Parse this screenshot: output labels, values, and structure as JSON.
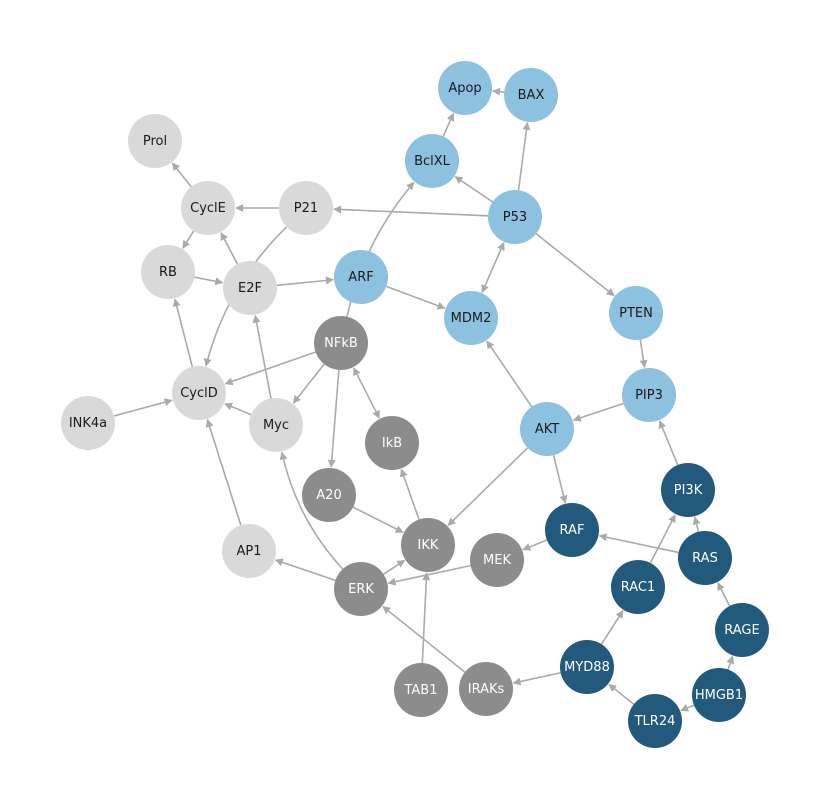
{
  "colors": {
    "edge": "#aaaaaa",
    "light_gray": "#d9d9d9",
    "dark_gray": "#8c8c8c",
    "light_blue": "#8dc1e0",
    "dark_blue": "#215a7c",
    "text_dark": "#1a1a1a",
    "text_light": "#ffffff"
  },
  "nodes": [
    {
      "id": "Apop",
      "label": "Apop",
      "group": "light_blue"
    },
    {
      "id": "BAX",
      "label": "BAX",
      "group": "light_blue"
    },
    {
      "id": "BclXL",
      "label": "BclXL",
      "group": "light_blue"
    },
    {
      "id": "P53",
      "label": "P53",
      "group": "light_blue"
    },
    {
      "id": "ARF",
      "label": "ARF",
      "group": "light_blue"
    },
    {
      "id": "MDM2",
      "label": "MDM2",
      "group": "light_blue"
    },
    {
      "id": "PTEN",
      "label": "PTEN",
      "group": "light_blue"
    },
    {
      "id": "PIP3",
      "label": "PIP3",
      "group": "light_blue"
    },
    {
      "id": "AKT",
      "label": "AKT",
      "group": "light_blue"
    },
    {
      "id": "Prol",
      "label": "Prol",
      "group": "light_gray"
    },
    {
      "id": "CyclE",
      "label": "CyclE",
      "group": "light_gray"
    },
    {
      "id": "P21",
      "label": "P21",
      "group": "light_gray"
    },
    {
      "id": "RB",
      "label": "RB",
      "group": "light_gray"
    },
    {
      "id": "E2F",
      "label": "E2F",
      "group": "light_gray"
    },
    {
      "id": "CyclD",
      "label": "CyclD",
      "group": "light_gray"
    },
    {
      "id": "INK4a",
      "label": "INK4a",
      "group": "light_gray"
    },
    {
      "id": "Myc",
      "label": "Myc",
      "group": "light_gray"
    },
    {
      "id": "AP1",
      "label": "AP1",
      "group": "light_gray"
    },
    {
      "id": "NFkB",
      "label": "NFkB",
      "group": "dark_gray"
    },
    {
      "id": "IkB",
      "label": "IkB",
      "group": "dark_gray"
    },
    {
      "id": "A20",
      "label": "A20",
      "group": "dark_gray"
    },
    {
      "id": "IKK",
      "label": "IKK",
      "group": "dark_gray"
    },
    {
      "id": "MEK",
      "label": "MEK",
      "group": "dark_gray"
    },
    {
      "id": "ERK",
      "label": "ERK",
      "group": "dark_gray"
    },
    {
      "id": "TAB1",
      "label": "TAB1",
      "group": "dark_gray"
    },
    {
      "id": "IRAKs",
      "label": "IRAKs",
      "group": "dark_gray"
    },
    {
      "id": "RAF",
      "label": "RAF",
      "group": "dark_blue"
    },
    {
      "id": "PI3K",
      "label": "PI3K",
      "group": "dark_blue"
    },
    {
      "id": "RAS",
      "label": "RAS",
      "group": "dark_blue"
    },
    {
      "id": "RAC1",
      "label": "RAC1",
      "group": "dark_blue"
    },
    {
      "id": "RAGE",
      "label": "RAGE",
      "group": "dark_blue"
    },
    {
      "id": "MYD88",
      "label": "MYD88",
      "group": "dark_blue"
    },
    {
      "id": "HMGB1",
      "label": "HMGB1",
      "group": "dark_blue"
    },
    {
      "id": "TLR24",
      "label": "TLR24",
      "group": "dark_blue"
    }
  ],
  "edges": [
    {
      "from": "BAX",
      "to": "Apop",
      "bidir": false
    },
    {
      "from": "BclXL",
      "to": "Apop",
      "bidir": false
    },
    {
      "from": "P53",
      "to": "BAX",
      "bidir": false
    },
    {
      "from": "P53",
      "to": "BclXL",
      "bidir": false
    },
    {
      "from": "P53",
      "to": "P21",
      "bidir": false
    },
    {
      "from": "P53",
      "to": "MDM2",
      "bidir": true
    },
    {
      "from": "P53",
      "to": "PTEN",
      "bidir": false
    },
    {
      "from": "PTEN",
      "to": "PIP3",
      "bidir": false
    },
    {
      "from": "PIP3",
      "to": "AKT",
      "bidir": false
    },
    {
      "from": "AKT",
      "to": "MDM2",
      "bidir": false
    },
    {
      "from": "AKT",
      "to": "IKK",
      "bidir": false
    },
    {
      "from": "AKT",
      "to": "RAF",
      "bidir": false
    },
    {
      "from": "ARF",
      "to": "MDM2",
      "bidir": false
    },
    {
      "from": "E2F",
      "to": "ARF",
      "bidir": false
    },
    {
      "from": "P21",
      "to": "CyclE",
      "bidir": false
    },
    {
      "from": "P21",
      "to": "CyclD",
      "bidir": false,
      "curve": 30
    },
    {
      "from": "CyclE",
      "to": "Prol",
      "bidir": false
    },
    {
      "from": "CyclE",
      "to": "RB",
      "bidir": false
    },
    {
      "from": "E2F",
      "to": "CyclE",
      "bidir": false
    },
    {
      "from": "RB",
      "to": "E2F",
      "bidir": false
    },
    {
      "from": "CyclD",
      "to": "RB",
      "bidir": false
    },
    {
      "from": "INK4a",
      "to": "CyclD",
      "bidir": false
    },
    {
      "from": "Myc",
      "to": "CyclD",
      "bidir": false
    },
    {
      "from": "Myc",
      "to": "E2F",
      "bidir": false
    },
    {
      "from": "AP1",
      "to": "CyclD",
      "bidir": false
    },
    {
      "from": "NFkB",
      "to": "CyclD",
      "bidir": false
    },
    {
      "from": "NFkB",
      "to": "Myc",
      "bidir": false
    },
    {
      "from": "NFkB",
      "to": "A20",
      "bidir": false
    },
    {
      "from": "NFkB",
      "to": "IkB",
      "bidir": true
    },
    {
      "from": "NFkB",
      "to": "BclXL",
      "bidir": false,
      "curve": -25
    },
    {
      "from": "A20",
      "to": "IKK",
      "bidir": false
    },
    {
      "from": "IKK",
      "to": "IkB",
      "bidir": false
    },
    {
      "from": "ERK",
      "to": "IKK",
      "bidir": false
    },
    {
      "from": "ERK",
      "to": "AP1",
      "bidir": false
    },
    {
      "from": "ERK",
      "to": "Myc",
      "bidir": false,
      "curve": -25
    },
    {
      "from": "MEK",
      "to": "ERK",
      "bidir": false
    },
    {
      "from": "RAF",
      "to": "MEK",
      "bidir": false
    },
    {
      "from": "RAS",
      "to": "RAF",
      "bidir": false
    },
    {
      "from": "RAS",
      "to": "PI3K",
      "bidir": false
    },
    {
      "from": "PI3K",
      "to": "PIP3",
      "bidir": false
    },
    {
      "from": "RAC1",
      "to": "PI3K",
      "bidir": false
    },
    {
      "from": "RAGE",
      "to": "RAS",
      "bidir": false
    },
    {
      "from": "HMGB1",
      "to": "RAGE",
      "bidir": false
    },
    {
      "from": "HMGB1",
      "to": "TLR24",
      "bidir": false
    },
    {
      "from": "TLR24",
      "to": "MYD88",
      "bidir": false
    },
    {
      "from": "MYD88",
      "to": "RAC1",
      "bidir": false
    },
    {
      "from": "MYD88",
      "to": "IRAKs",
      "bidir": false
    },
    {
      "from": "IRAKs",
      "to": "ERK",
      "bidir": false
    },
    {
      "from": "TAB1",
      "to": "IKK",
      "bidir": false
    }
  ]
}
